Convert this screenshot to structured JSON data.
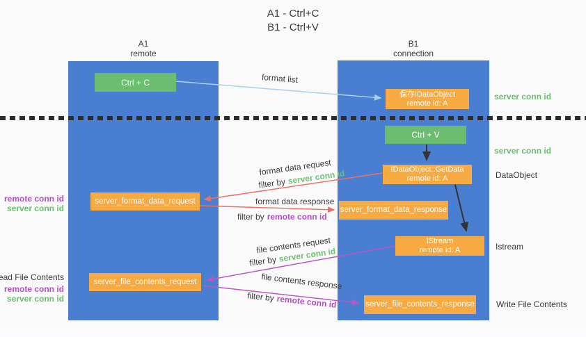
{
  "title": {
    "line1": "A1 - Ctrl+C",
    "line2": "B1 - Ctrl+V"
  },
  "lifelines": {
    "left": {
      "name": "A1",
      "role": "remote"
    },
    "right": {
      "name": "B1",
      "role": "connection"
    }
  },
  "nodes": {
    "ctrl_c": {
      "label": "Ctrl + C"
    },
    "ctrl_v": {
      "label": "Ctrl + V"
    },
    "save_dataobject": {
      "line1": "保存IDataObject",
      "line2": "remote id: A"
    },
    "getdata": {
      "line1": "IDataObject::GetData",
      "line2": "remote id: A"
    },
    "istream": {
      "line1": "IStream",
      "line2": "remote id: A"
    },
    "server_format_data_request": {
      "label": "server_format_data_request"
    },
    "server_format_data_response": {
      "label": "server_format_data_response"
    },
    "server_file_contents_request": {
      "label": "server_file_contents_request"
    },
    "server_file_contents_response": {
      "label": "server_file_contents_response"
    }
  },
  "edges": {
    "format_list": {
      "label": "format list"
    },
    "format_data_request": {
      "label": "format data request",
      "filter_prefix": "filter by",
      "filter_key": "server conn id"
    },
    "format_data_response": {
      "label": "format data response",
      "filter_prefix": "filter by",
      "filter_key": "remote conn id"
    },
    "file_contents_request": {
      "label": "file contents request",
      "filter_prefix": "filter by",
      "filter_key": "server conn id"
    },
    "file_contents_response": {
      "label": "file contents response",
      "filter_prefix": "filter by",
      "filter_key": "remote conn id"
    }
  },
  "annotations": {
    "right_server_conn_id_1": "server conn id",
    "right_server_conn_id_2": "server conn id",
    "dataobject": "DataObject",
    "istream": "Istream",
    "write_file_contents": "Write File Contents",
    "read_file_contents": "Read File Contents",
    "left_top": {
      "remote_conn_id": "remote conn id",
      "server_conn_id": "server conn id"
    },
    "left_bottom": {
      "remote_conn_id": "remote conn id",
      "server_conn_id": "server conn id"
    }
  },
  "colors": {
    "lifeline_blue": "#4a7ed1",
    "action_green": "#6cbd6f",
    "message_orange": "#f7a942",
    "arrow_light_blue": "#a6d2f0",
    "arrow_salmon": "#ea7365",
    "arrow_magenta": "#bb57c5",
    "arrow_black": "#333333",
    "server_conn_id_green": "#6cc070",
    "remote_conn_id_purple": "#b44ec6"
  }
}
